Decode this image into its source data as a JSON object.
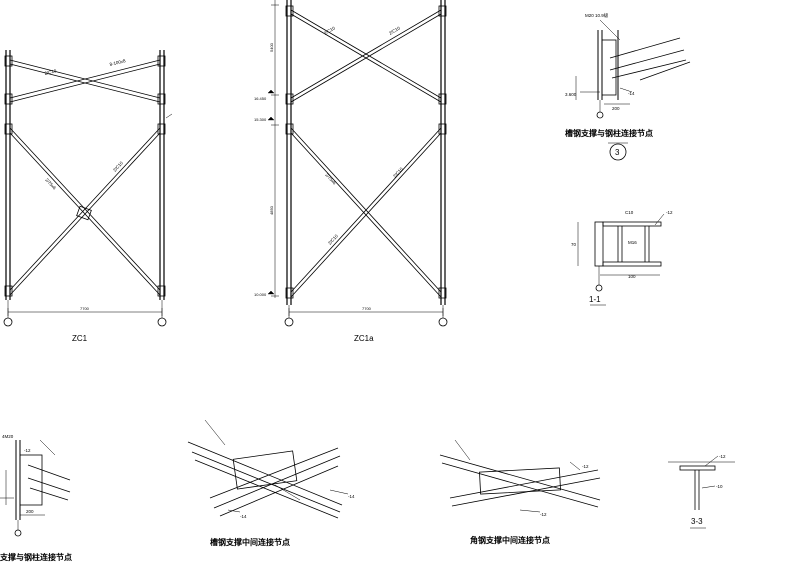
{
  "frame_zc1": {
    "label": "ZC1",
    "width_dim": "7700",
    "brace_marks": [
      "8-100x8",
      "2/C10",
      "2/75x6",
      "2/C10"
    ]
  },
  "frame_zc1a": {
    "label": "ZC1a",
    "width_dim": "7700",
    "levels": [
      "16.450",
      "15.300",
      "10.000"
    ],
    "height_dims": [
      "5400",
      "4850"
    ],
    "brace_marks": [
      "2/C10",
      "2/C10",
      "2/75x6",
      "2/C10",
      "2/C10"
    ]
  },
  "detail_3": {
    "caption": "槽钢支撑与钢柱连接节点",
    "symbol": "3",
    "notes": [
      "M20 10.9级",
      "-14",
      "200",
      "3.600"
    ]
  },
  "section_1_1": {
    "label": "1-1",
    "notes": [
      "C10",
      "-12",
      "M16",
      "70",
      "100"
    ]
  },
  "detail_left": {
    "caption": "支撑与钢柱连接节点",
    "notes": [
      "-12",
      "200",
      "4M20"
    ]
  },
  "detail_channel_mid": {
    "caption": "槽钢支撑中间连接节点",
    "notes": [
      "-14",
      "-14"
    ]
  },
  "detail_angle_mid": {
    "caption": "角钢支撑中间连接节点",
    "notes": [
      "-12",
      "-12"
    ]
  },
  "section_3_3": {
    "label": "3-3",
    "notes": [
      "-12",
      "-10"
    ]
  },
  "colors": {
    "ink": "#000000",
    "paper": "#ffffff"
  }
}
